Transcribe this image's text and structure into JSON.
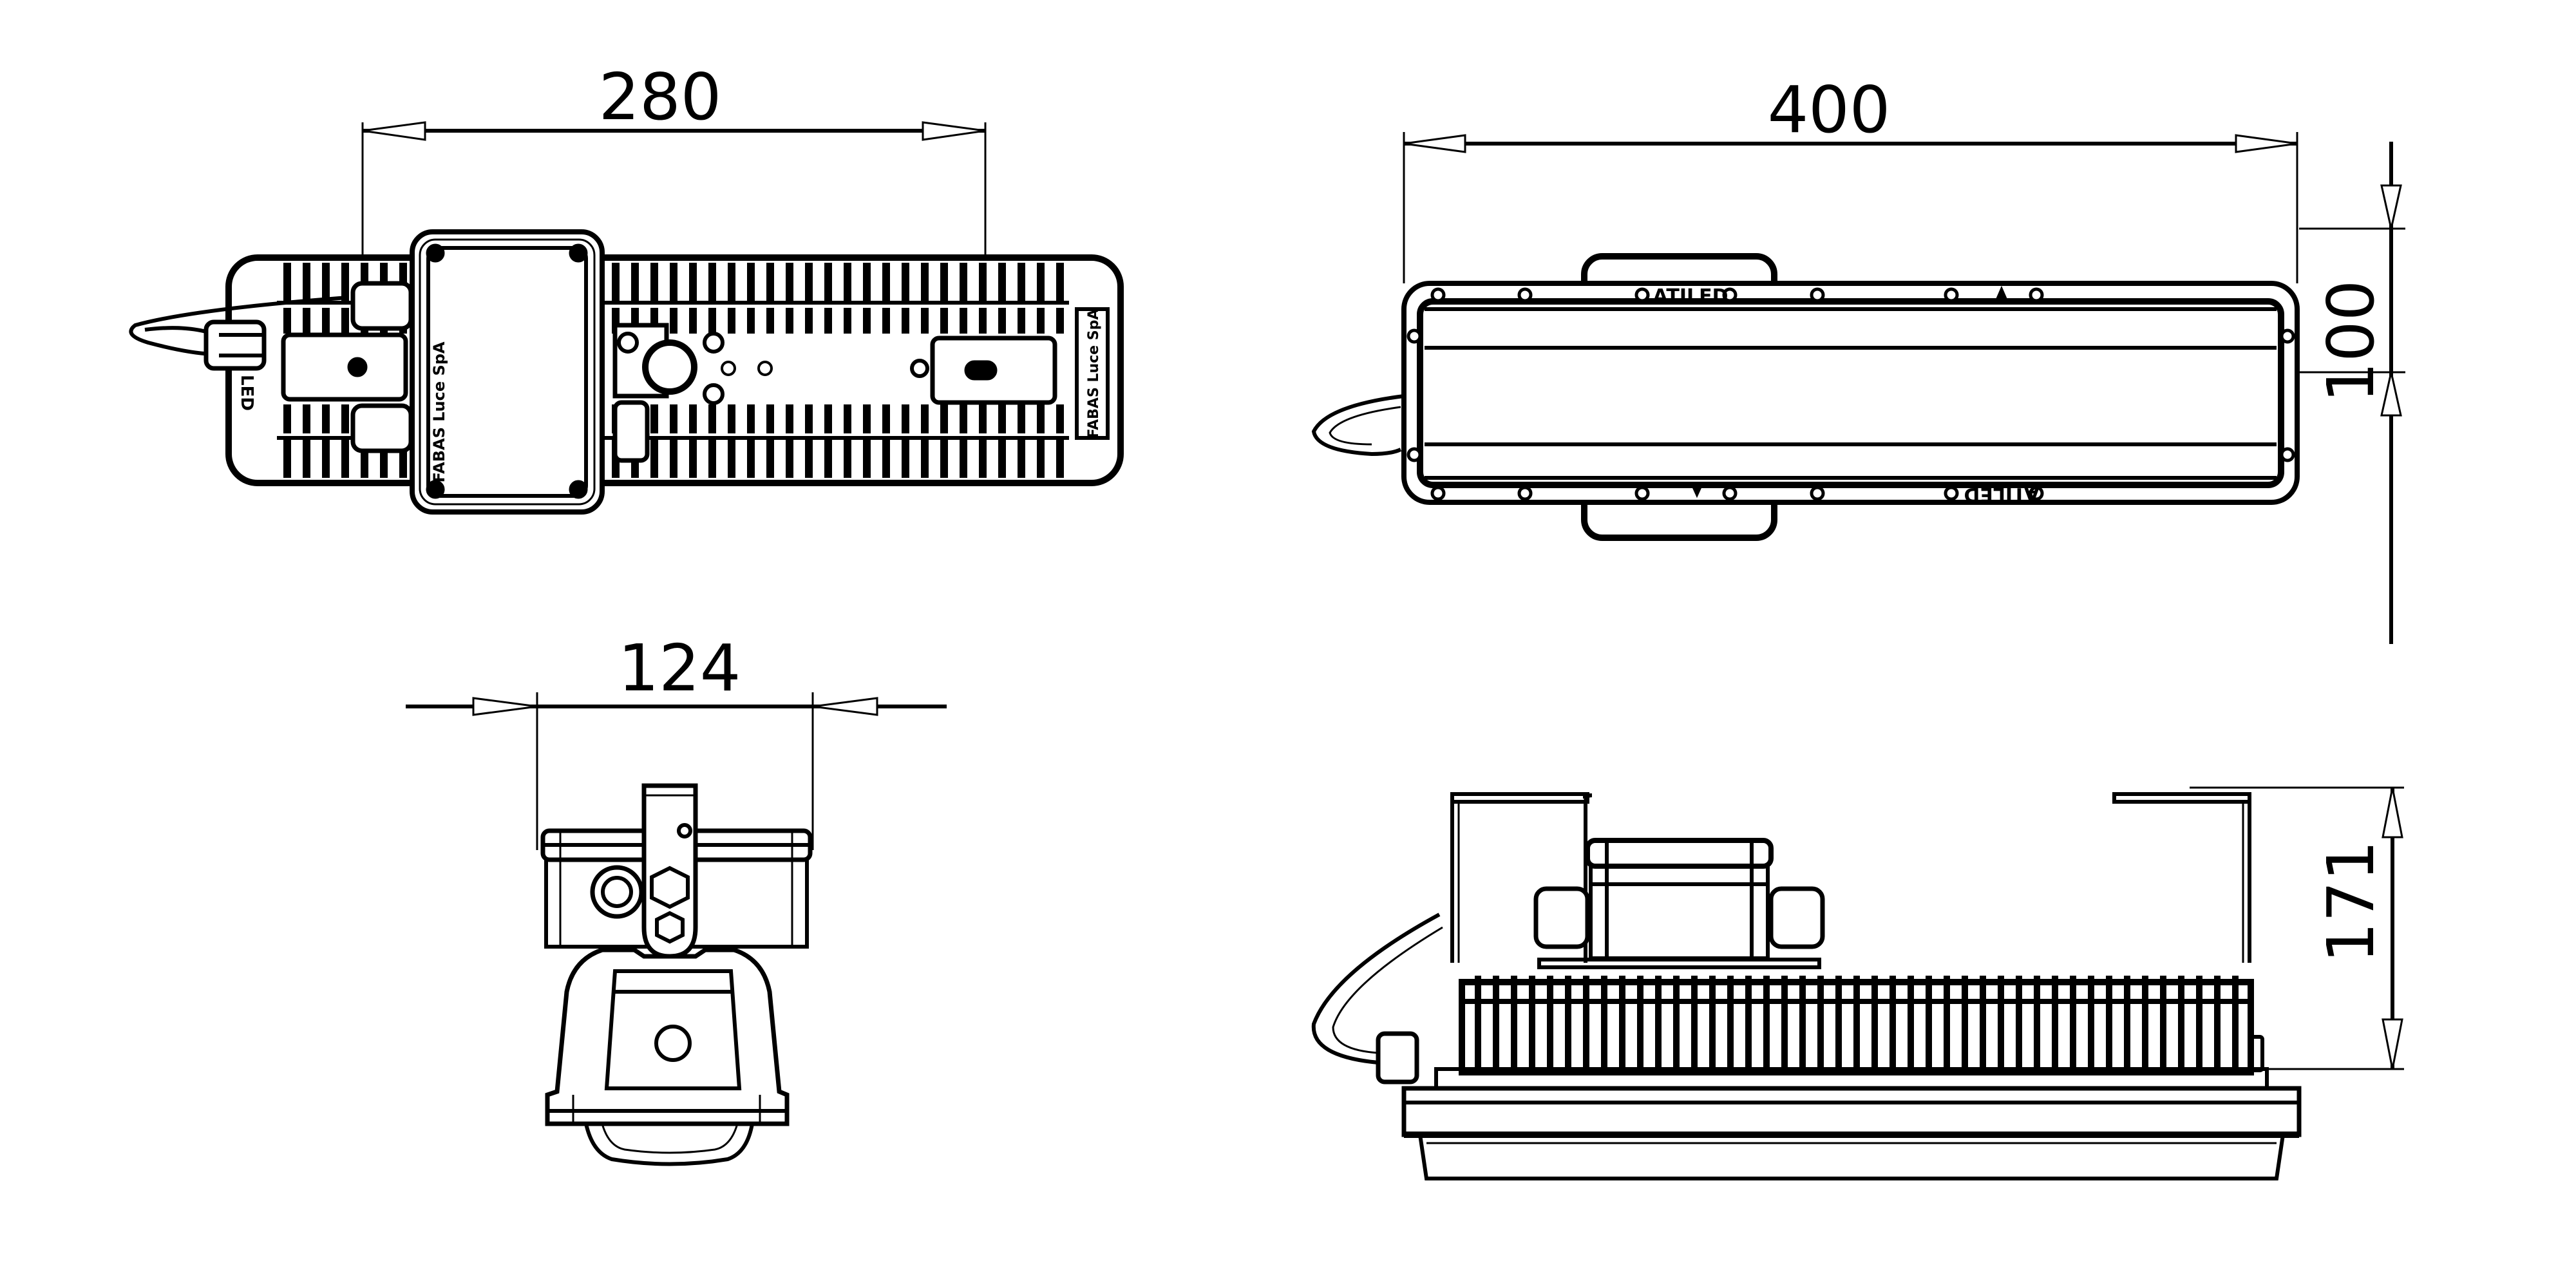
{
  "drawing": {
    "units": "mm",
    "line_color": "#000000",
    "background": "#ffffff",
    "views": {
      "top_view": {
        "dimension": {
          "label": "280",
          "value": 280,
          "orientation": "horizontal"
        },
        "cover_brand": "FABAS Luce SpA",
        "side_brand": "FABAS Luce SpA",
        "side_mark": "LED"
      },
      "front_view": {
        "width_dimension": {
          "label": "400",
          "value": 400,
          "orientation": "horizontal"
        },
        "height_dimension": {
          "label": "100",
          "value": 100,
          "orientation": "vertical"
        },
        "brand_top": "ATILED",
        "brand_bottom": "ATILED"
      },
      "end_view": {
        "dimension": {
          "label": "124",
          "value": 124,
          "orientation": "horizontal"
        }
      },
      "side_view": {
        "dimension": {
          "label": "171",
          "value": 171,
          "orientation": "vertical"
        }
      }
    }
  }
}
